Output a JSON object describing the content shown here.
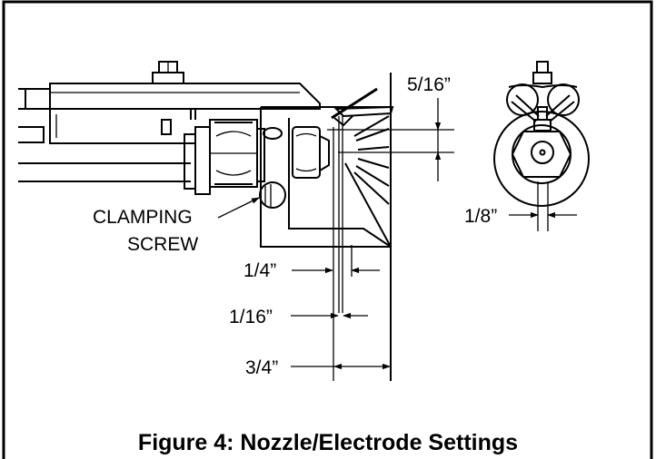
{
  "labels": {
    "clamping_line1": "CLAMPING",
    "clamping_line2": "SCREW",
    "dim_5_16": "5/16”",
    "dim_1_8": "1/8”",
    "dim_1_4": "1/4”",
    "dim_1_16": "1/16”",
    "dim_3_4": "3/4”"
  },
  "caption": "Figure 4: Nozzle/Electrode Settings"
}
